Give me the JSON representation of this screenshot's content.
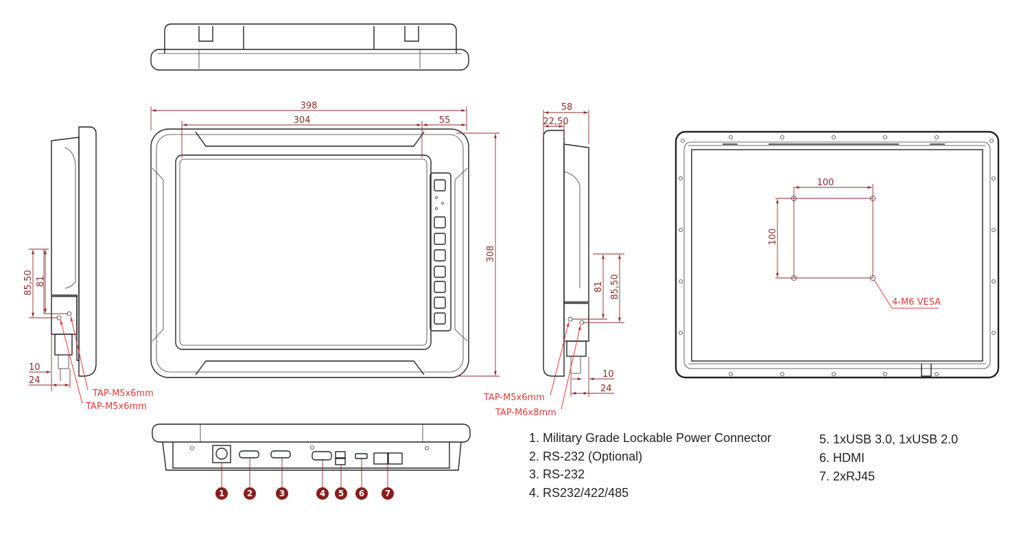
{
  "dimensions": {
    "front_width": "398",
    "screen_width": "304",
    "bezel_side": "55",
    "front_height": "308",
    "depth": "58",
    "depth_front": "22,50",
    "left_85": "85,50",
    "left_81": "81",
    "left_10": "10",
    "left_24": "24",
    "right_81": "81",
    "right_85": "85,50",
    "right_10": "10",
    "right_24": "24",
    "vesa_h": "100",
    "vesa_v": "100"
  },
  "callouts": {
    "left_tap_1": "TAP-M5x6mm",
    "left_tap_2": "TAP-M5x6mm",
    "right_tap_1": "TAP-M5x6mm",
    "right_tap_2": "TAP-M6x8mm",
    "vesa": "4-M6 VESA"
  },
  "connector_numbers": [
    "1",
    "2",
    "3",
    "4",
    "5",
    "6",
    "7"
  ],
  "legend": [
    "1. Military Grade Lockable Power Connector",
    "2. RS-232 (Optional)",
    "3. RS-232",
    "4. RS232/422/485",
    "5. 1xUSB 3.0, 1xUSB 2.0",
    "6. HDMI",
    "7. 2xRJ45"
  ],
  "colors": {
    "dimension": "#8b2a2a",
    "callout": "#e53935",
    "badge": "#8b1c1c"
  }
}
